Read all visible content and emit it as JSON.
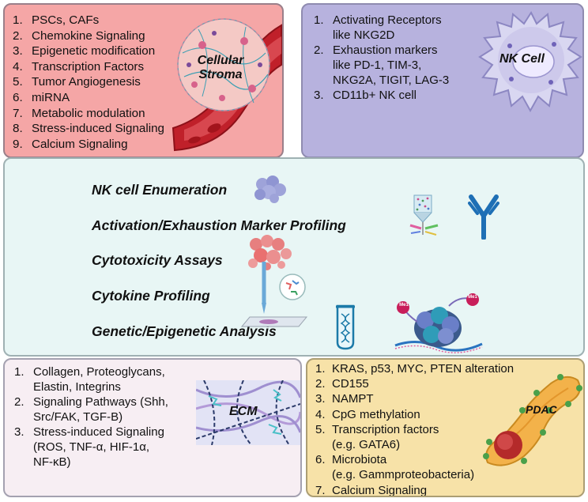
{
  "stroma": {
    "label_line1": "Cellular",
    "label_line2": "Stroma",
    "items": [
      {
        "num": "1.",
        "text": "PSCs, CAFs"
      },
      {
        "num": "2.",
        "text": "Chemokine Signaling"
      },
      {
        "num": "3.",
        "text": "Epigenetic modification"
      },
      {
        "num": "4.",
        "text": "Transcription Factors"
      },
      {
        "num": "5.",
        "text": "Tumor Angiogenesis"
      },
      {
        "num": "6.",
        "text": "miRNA"
      },
      {
        "num": "7.",
        "text": "Metabolic modulation"
      },
      {
        "num": "8.",
        "text": "Stress-induced Signaling"
      },
      {
        "num": "9.",
        "text": "Calcium Signaling"
      }
    ]
  },
  "nk": {
    "label": "NK Cell",
    "items": [
      {
        "num": "1.",
        "text": "Activating Receptors\nlike NKG2D"
      },
      {
        "num": "2.",
        "text": "Exhaustion markers\nlike PD-1, TIM-3,\nNKG2A, TIGIT, LAG-3"
      },
      {
        "num": "3.",
        "text": "CD11b+ NK cell"
      }
    ]
  },
  "assays": {
    "items": [
      "NK cell Enumeration",
      "Activation/Exhaustion Marker Profiling",
      "Cytotoxicity Assays",
      "Cytokine Profiling",
      "Genetic/Epigenetic Analysis"
    ],
    "badge_me1": "Me1",
    "badge_me2": "Me1"
  },
  "ecm": {
    "label": "ECM",
    "items": [
      {
        "num": "1.",
        "text": "Collagen, Proteoglycans,\nElastin, Integrins"
      },
      {
        "num": "2.",
        "text": "Signaling Pathways (Shh,\nSrc/FAK, TGF-B)"
      },
      {
        "num": "3.",
        "text": "Stress-induced Signaling\n(ROS, TNF-α, HIF-1α,\nNF-κB)"
      }
    ]
  },
  "pdac": {
    "label": "PDAC",
    "items": [
      {
        "num": "1.",
        "text": "KRAS, p53, MYC, PTEN alteration"
      },
      {
        "num": "2.",
        "text": "CD155"
      },
      {
        "num": "3.",
        "text": "NAMPT"
      },
      {
        "num": "4.",
        "text": "CpG methylation"
      },
      {
        "num": "5.",
        "text": "Transcription factors\n(e.g. GATA6)"
      },
      {
        "num": "6.",
        "text": "Microbiota\n(e.g. Gammproteobacteria)"
      },
      {
        "num": "7.",
        "text": "Calcium Signaling"
      }
    ]
  },
  "colors": {
    "stroma_bg": "#f5a6a6",
    "nk_bg": "#b7b2de",
    "assay_bg": "#e8f6f5",
    "ecm_bg": "#f7eef3",
    "pdac_bg": "#f7e2a8",
    "vessel": "#c0202a",
    "nk_cell": "#c9c6ea",
    "antibody": "#1e6fb5",
    "pancreas": "#f3b24a",
    "tumor": "#b42a2a"
  }
}
